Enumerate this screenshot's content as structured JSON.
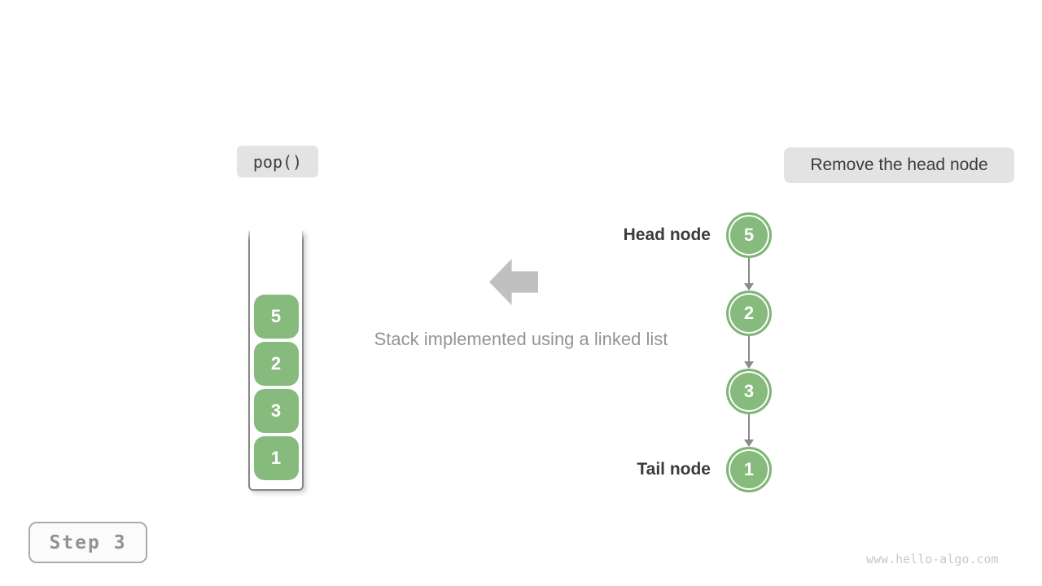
{
  "diagram": {
    "operation_badge": "pop()",
    "description_badge": "Remove the head node",
    "step_badge": "Step 3",
    "caption": "Stack implemented using a linked list",
    "watermark": "www.hello-algo.com",
    "stack": {
      "items": [
        "5",
        "2",
        "3",
        "1"
      ]
    },
    "linked_list": {
      "head_label": "Head node",
      "tail_label": "Tail node",
      "nodes": [
        "5",
        "2",
        "3",
        "1"
      ]
    },
    "colors": {
      "node_green": "#87bb7e",
      "node_border_green": "#7fb576",
      "badge_gray": "#e3e3e3",
      "block_arrow_gray": "#c0c0c0",
      "connector_gray": "#8b8b8b",
      "container_border_gray": "#868686",
      "text_dark": "#3b3b3b",
      "text_muted": "#949494",
      "watermark_gray": "#c9c9c9"
    }
  }
}
